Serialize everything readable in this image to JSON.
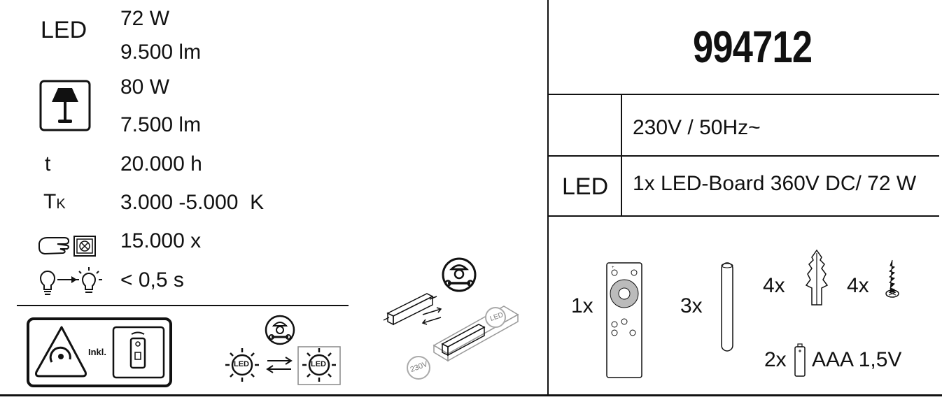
{
  "model_number": "994712",
  "specs": {
    "led_label": "LED",
    "led_power": "72 W",
    "led_lumen": "9.500 lm",
    "equiv_power": "80 W",
    "equiv_lumen": "7.500 lm",
    "lifetime_label": "t",
    "lifetime_value": "20.000 h",
    "colortemp_label_main": "T",
    "colortemp_label_sub": "K",
    "colortemp_value": "3.000 -5.000  K",
    "switch_cycles": "15.000 x",
    "warmup_time": "< 0,5 s"
  },
  "badges": {
    "remote_incl": "Inkl.",
    "led_small": "LED",
    "led_driver": "LED",
    "voltage_230": "230V"
  },
  "info_table": {
    "voltage": "230V / 50Hz~",
    "led_row_label": "LED",
    "led_row_value": "1x LED-Board 360V DC/ 72 W"
  },
  "contents": {
    "remote_qty": "1x",
    "rod_qty": "3x",
    "dowel_qty": "4x",
    "screw_qty": "4x",
    "battery_qty": "2x",
    "battery_label": "AAA 1,5V"
  }
}
